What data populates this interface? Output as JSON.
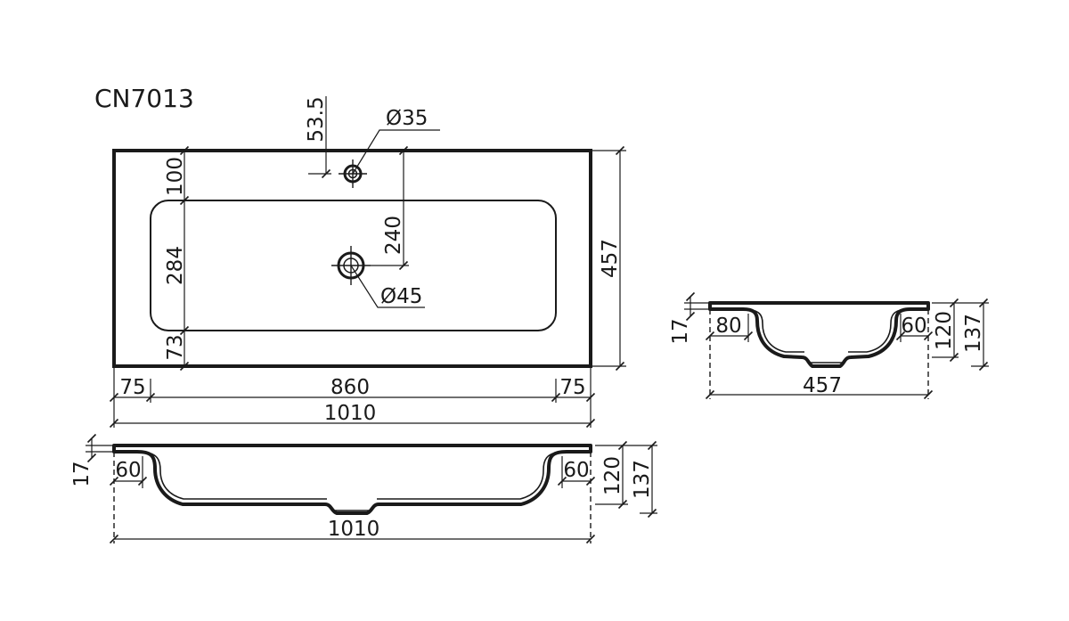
{
  "model": "CN7013",
  "top_view": {
    "width": "1010",
    "depth": "457",
    "bowl_length": "860",
    "side_margin_left": "75",
    "side_margin_right": "75",
    "back_margin": "100",
    "bowl_depth": "284",
    "front_margin": "73",
    "tap_hole_offset": "53.5",
    "tap_hole_diameter": "Ø35",
    "drain_offset": "240",
    "drain_diameter": "Ø45"
  },
  "front_section": {
    "width": "1010",
    "rim_thickness": "17",
    "left_edge": "60",
    "right_edge": "60",
    "bowl_height": "120",
    "total_height": "137"
  },
  "side_section": {
    "depth": "457",
    "rim_thickness": "17",
    "back_edge": "80",
    "front_edge": "60",
    "bowl_height": "120",
    "total_height": "137"
  }
}
